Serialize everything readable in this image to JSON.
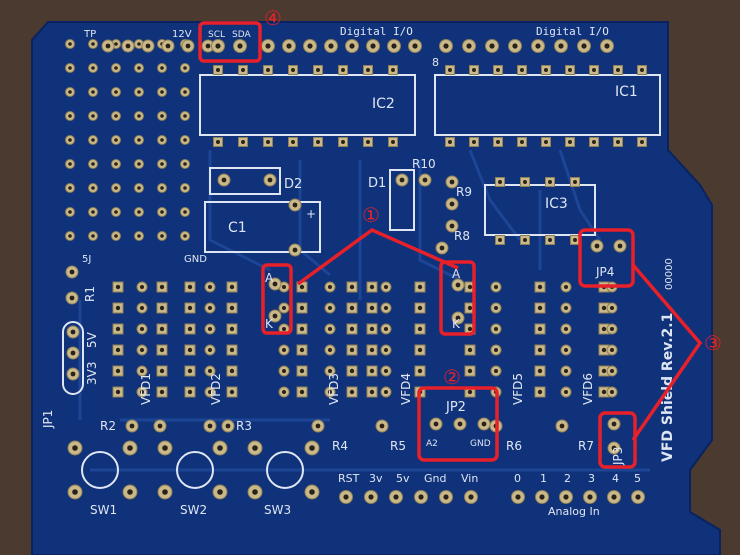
{
  "board": {
    "name": "VFD Shield Rev.2.1",
    "serial": "00000",
    "colors": {
      "board": "#10327a",
      "silkscreen": "#dfe6f3",
      "pad": "#c9b98a",
      "callout": "#e8202a",
      "background": "#4a3a30"
    }
  },
  "labels": {
    "tp": "TP",
    "v12": "12V",
    "scl": "SCL",
    "sda": "SDA",
    "digital_io_left": "Digital I/O",
    "digital_io_right": "Digital I/O",
    "d8": "8",
    "ic1": "IC1",
    "ic2": "IC2",
    "ic3": "IC3",
    "d1": "D1",
    "d2": "D2",
    "c1": "C1",
    "plus": "+",
    "r1": "R1",
    "r2": "R2",
    "r3": "R3",
    "r4": "R4",
    "r5": "R5",
    "r6": "R6",
    "r7": "R7",
    "r8": "R8",
    "r9": "R9",
    "r10": "R10",
    "v5j": "5J",
    "gnd": "GND",
    "jp1": "JP1",
    "v3v3": "3V3",
    "v5v": "5V",
    "vfd1": "VFD1",
    "vfd2": "VFD2",
    "vfd3": "VFD3",
    "vfd4": "VFD4",
    "vfd5": "VFD5",
    "vfd6": "VFD6",
    "jp2": "JP2",
    "a2": "A2",
    "gnd_jp2": "GND",
    "jp3": "JP3",
    "jp4": "JP4",
    "anode_left": "A",
    "cathode_left": "K",
    "anode_right": "A",
    "cathode_right": "K",
    "sw1": "SW1",
    "sw2": "SW2",
    "sw3": "SW3",
    "rst": "RST",
    "v3": "3v",
    "v5": "5v",
    "gnd_power": "Gnd",
    "vin": "Vin",
    "a0": "0",
    "a1": "1",
    "a2pin": "2",
    "a3": "3",
    "a4": "4",
    "a5": "5",
    "analog_in": "Analog In"
  },
  "callouts": {
    "one": "①",
    "two": "②",
    "three": "③",
    "four": "④"
  }
}
